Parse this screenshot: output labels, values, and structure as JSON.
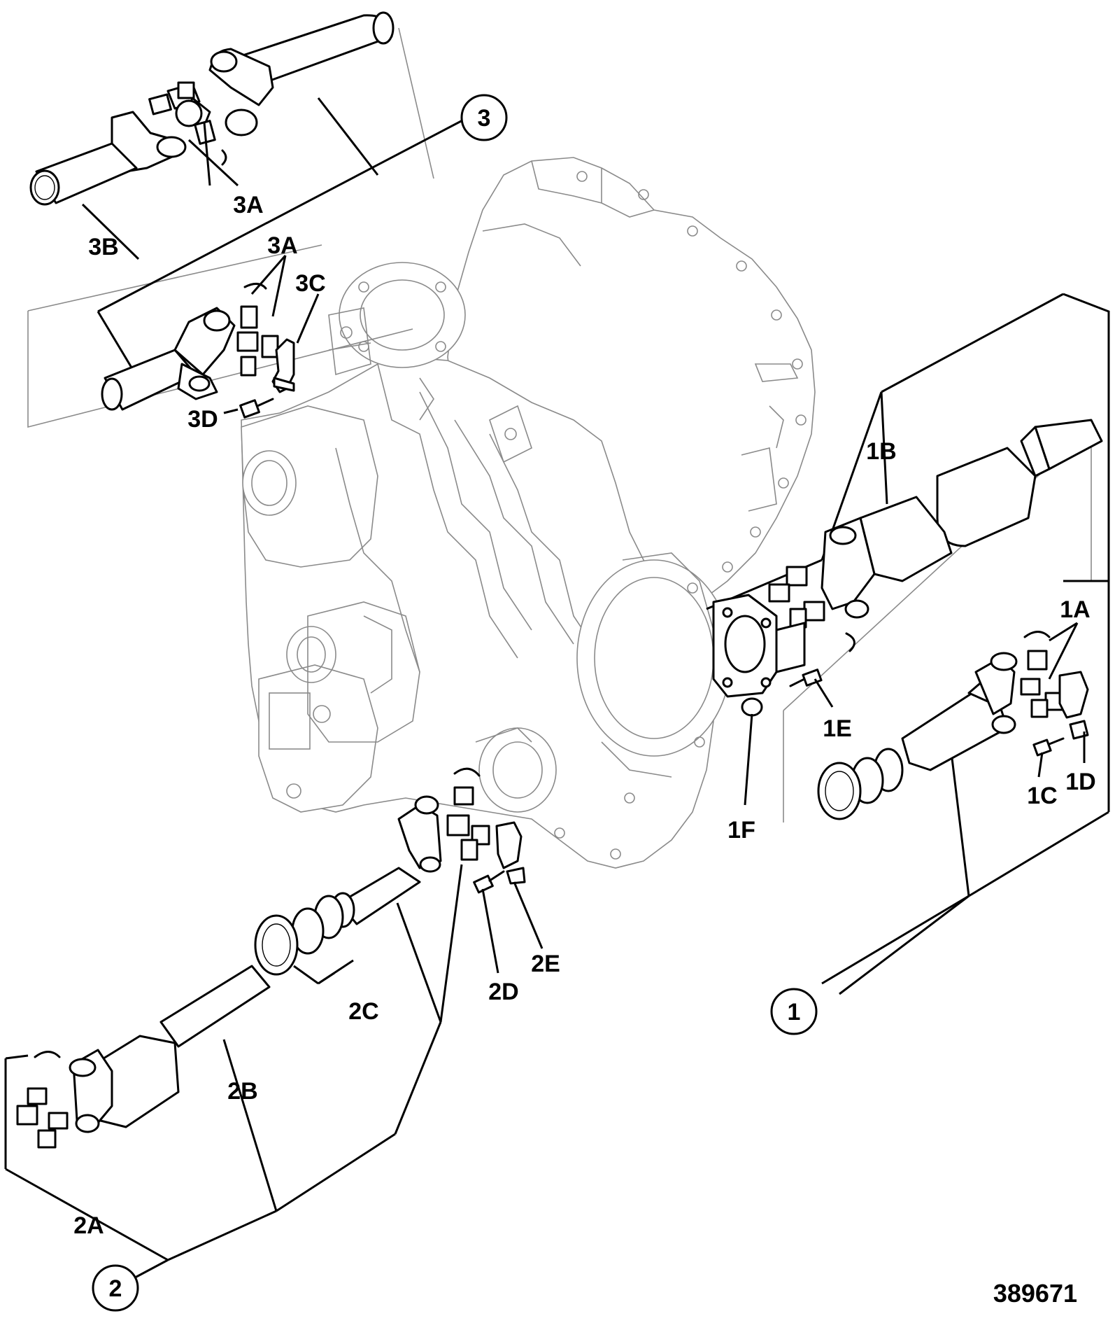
{
  "callouts": {
    "c1": "1",
    "c2": "2",
    "c3": "3"
  },
  "labels": {
    "l1A": "1A",
    "l1B": "1B",
    "l1C": "1C",
    "l1D": "1D",
    "l1E": "1E",
    "l1F": "1F",
    "l2A": "2A",
    "l2B": "2B",
    "l2C": "2C",
    "l2D": "2D",
    "l2E": "2E",
    "l3A_upper": "3A",
    "l3A_lower": "3A",
    "l3B": "3B",
    "l3C": "3C",
    "l3D": "3D"
  },
  "reference_number": "389671"
}
